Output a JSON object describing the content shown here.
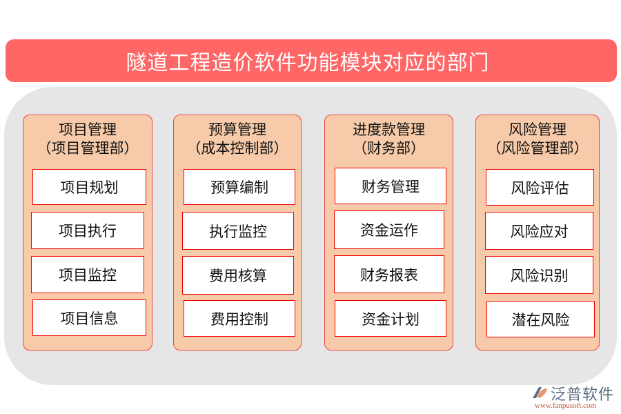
{
  "title": "隧道工程造价软件功能模块对应的部门",
  "colors": {
    "title_bg": "#ff6666",
    "panel_bg": "#e6e6e6",
    "column_bg": "#f7cba9",
    "column_border": "#ee4444",
    "item_border": "#ee0000"
  },
  "columns": [
    {
      "title": "项目管理",
      "department": "（项目管理部）",
      "items": [
        "项目规划",
        "项目执行",
        "项目监控",
        "项目信息"
      ]
    },
    {
      "title": "预算管理",
      "department": "（成本控制部）",
      "items": [
        "预算编制",
        "执行监控",
        "费用核算",
        "费用控制"
      ]
    },
    {
      "title": "进度款管理",
      "department": "（财务部）",
      "items": [
        "财务管理",
        "资金运作",
        "财务报表",
        "资金计划"
      ]
    },
    {
      "title": "风险管理",
      "department": "（风险管理部）",
      "items": [
        "风险评估",
        "风险应对",
        "风险识别",
        "潜在风险"
      ]
    }
  ],
  "logo": {
    "name": "泛普软件",
    "url": "www.fanpusoft.com"
  }
}
